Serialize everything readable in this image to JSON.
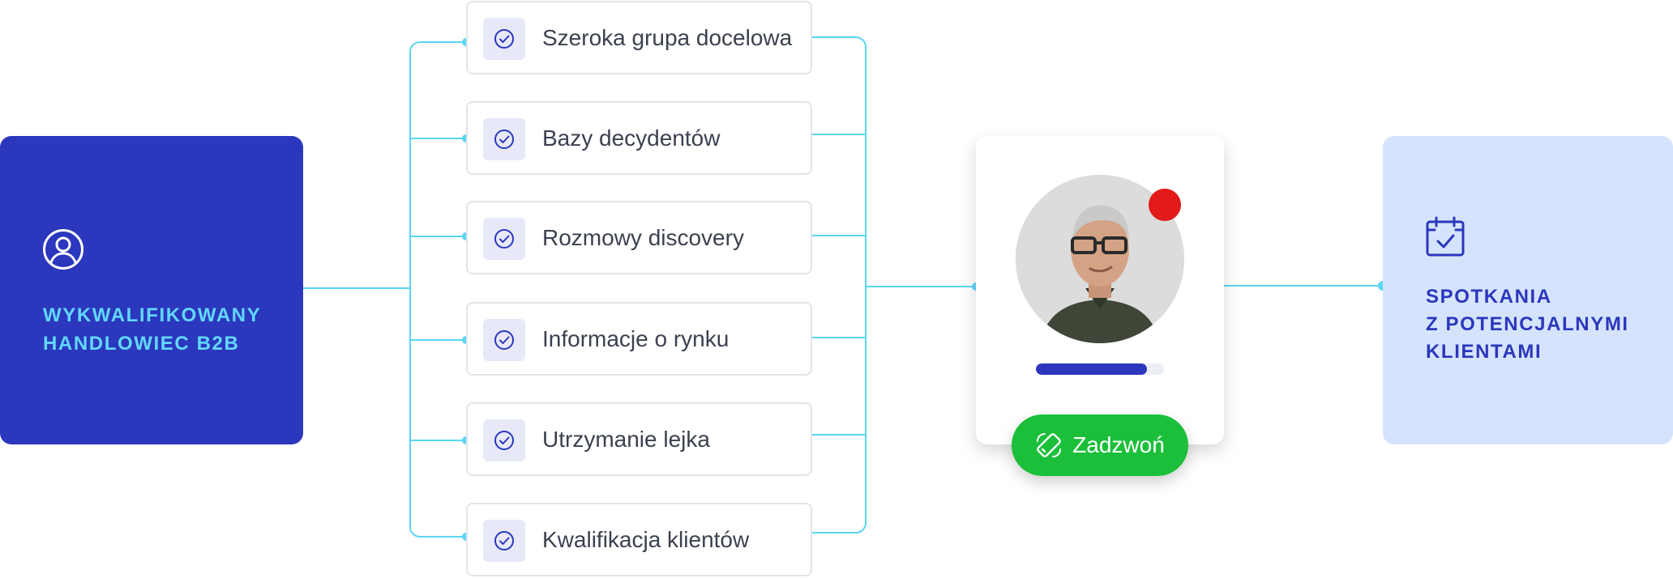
{
  "source": {
    "title_lines": [
      "WYKWALIFIKOWANY",
      "HANDLOWIEC B2B"
    ],
    "icon": "user-circle-icon"
  },
  "features": [
    {
      "label": "Szeroka grupa docelowa",
      "icon": "check-circle-icon"
    },
    {
      "label": "Bazy decydentów",
      "icon": "check-circle-icon"
    },
    {
      "label": "Rozmowy discovery",
      "icon": "check-circle-icon"
    },
    {
      "label": "Informacje o rynku",
      "icon": "check-circle-icon"
    },
    {
      "label": "Utrzymanie lejka",
      "icon": "check-circle-icon"
    },
    {
      "label": "Kwalifikacja klientów",
      "icon": "check-circle-icon"
    }
  ],
  "call_card": {
    "progress_fraction": 0.87,
    "button_label": "Zadzwoń",
    "button_icon": "phone-icon",
    "status_icon": "red-status-dot"
  },
  "outcome": {
    "title_lines": [
      "SPOTKANIA",
      "Z POTENCJALNYMI",
      "KLIENTAMI"
    ],
    "icon": "calendar-check-icon"
  },
  "colors": {
    "primary_blue": "#2b37bd",
    "accent_cyan": "#62d8ff",
    "connector": "#5ad6f2",
    "light_blue_box": "#d5e4fc",
    "call_green": "#1bbf3a",
    "status_red": "#e21a1a",
    "check_tile": "#e7e9f8"
  }
}
